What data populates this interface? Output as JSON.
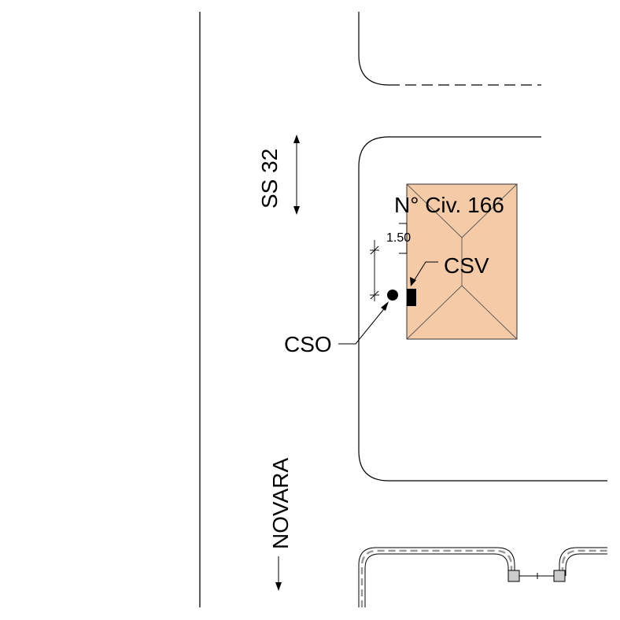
{
  "road_name": "SS 32",
  "direction_label": "NOVARA",
  "building": {
    "number_label": "N° Civ. 166",
    "fill_color": "#f5cba7"
  },
  "dimension_label": "1.50",
  "cso_label": "CSO",
  "csv_label": "CSV"
}
